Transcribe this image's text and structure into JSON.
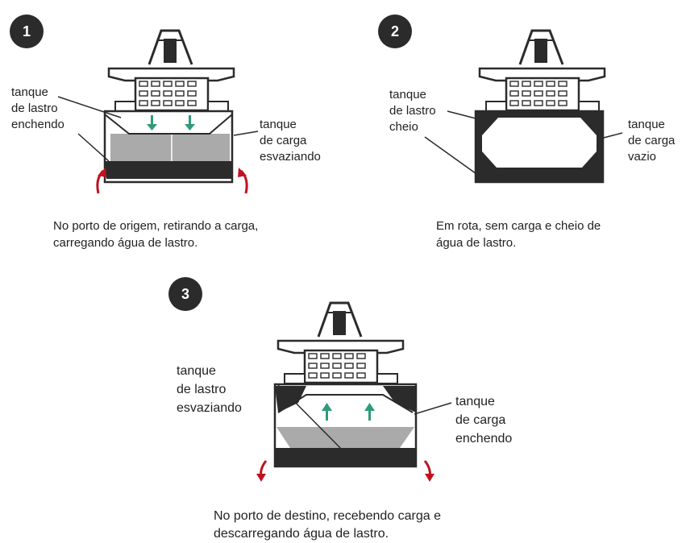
{
  "colors": {
    "hull_dark": "#2b2b2b",
    "cargo_gray": "#aaaaaa",
    "flow_arrow": "#2e9b7a",
    "motion_arrow": "#c0121f"
  },
  "panels": [
    {
      "number": "1",
      "ballast_label": "tanque\nde lastro\nenchendo",
      "cargo_label": "tanque\nde carga\nesvaziando",
      "caption": "No porto de origem, retirando a carga,\ncarregando água de lastro."
    },
    {
      "number": "2",
      "ballast_label": "tanque\nde lastro\ncheio",
      "cargo_label": "tanque\nde carga\nvazio",
      "caption": "Em rota, sem carga e cheio de\nágua de lastro."
    },
    {
      "number": "3",
      "ballast_label": "tanque\nde lastro\nesvaziando",
      "cargo_label": "tanque\nde carga\nenchendo",
      "caption": "No porto de destino, recebendo carga e\ndescarregando água de lastro."
    }
  ]
}
